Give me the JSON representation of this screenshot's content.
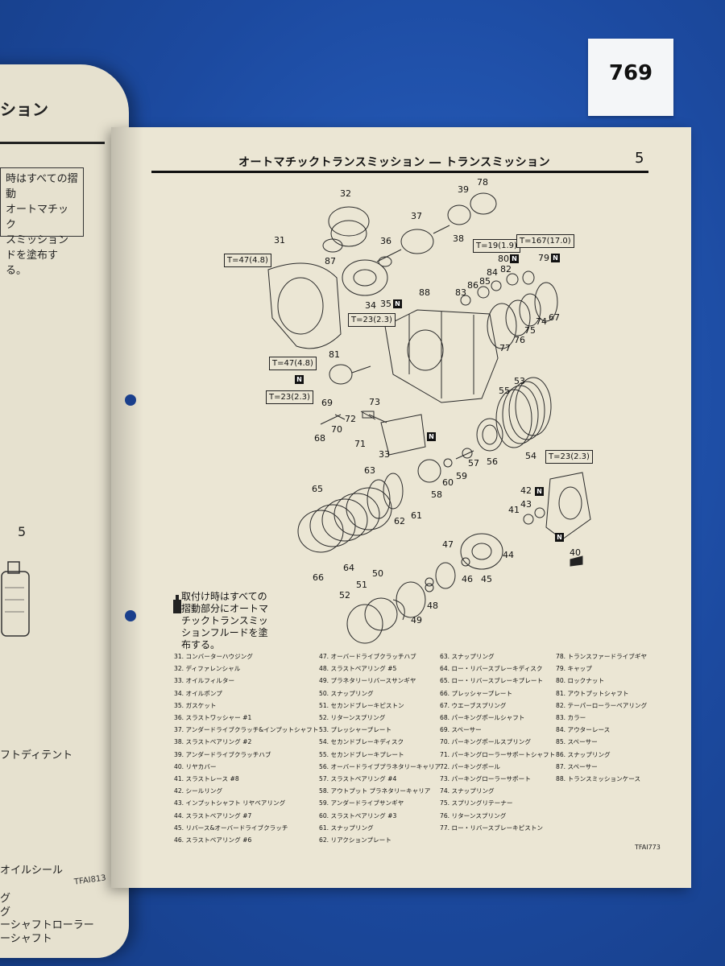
{
  "ref_tag": "769",
  "header": {
    "title": "オートマチックトランスミッション ― トランスミッション",
    "page_num": "5"
  },
  "left_page": {
    "title": "ション",
    "box_text": [
      "時はすべての摺動",
      "オートマチック",
      "スミッション",
      "ドを塗布する。"
    ],
    "num5": "5",
    "lines": [
      "フトディテント",
      "オイルシール",
      "グ",
      "グ",
      "ーシャフトローラー",
      "ーシャフト"
    ],
    "figcode": "TFAI813"
  },
  "note": "取付け時はすべての摺動部分にオートマチックトランスミッションフルードを塗布する。",
  "figcode": "TFAI773",
  "callouts": [
    "32",
    "39",
    "78",
    "37",
    "31",
    "36",
    "87",
    "38",
    "88",
    "84",
    "82",
    "80",
    "79",
    "83",
    "86",
    "85",
    "34",
    "35",
    "75",
    "74",
    "67",
    "77",
    "76",
    "81",
    "69",
    "73",
    "72",
    "70",
    "71",
    "68",
    "33",
    "53",
    "55",
    "56",
    "57",
    "54",
    "63",
    "65",
    "60",
    "59",
    "58",
    "62",
    "61",
    "42",
    "43",
    "41",
    "44",
    "47",
    "46",
    "45",
    "64",
    "66",
    "50",
    "51",
    "52",
    "48",
    "49",
    "40"
  ],
  "torques": [
    "T=47(4.8)",
    "T=19(1.9)",
    "T=167(17.0)",
    "T=23(2.3)",
    "T=47(4.8)",
    "T=23(2.3)",
    "T=23(2.3)"
  ],
  "n_mark": "N",
  "legend": {
    "col1": [
      "31. コンバーターハウジング",
      "32. ディファレンシャル",
      "33. オイルフィルター",
      "34. オイルポンプ",
      "35. ガスケット",
      "36. スラストワッシャー #1",
      "37. アンダードライブクラッチ&インプットシャフト",
      "38. スラストベアリング #2",
      "39. アンダードライブクラッチハブ",
      "40. リヤカバー",
      "41. スラストレース #8",
      "42. シールリング",
      "43. インプットシャフト リヤベアリング",
      "44. スラストベアリング #7",
      "45. リバース&オーバードライブクラッチ",
      "46. スラストベアリング #6"
    ],
    "col2": [
      "47. オーバードライブクラッチハブ",
      "48. スラストベアリング #5",
      "49. プラネタリーリバースサンギヤ",
      "50. スナップリング",
      "51. セカンドブレーキピストン",
      "52. リターンスプリング",
      "53. プレッシャープレート",
      "54. セカンドブレーキディスク",
      "55. セカンドブレーキプレート",
      "56. オーバードライブプラネタリーキャリア",
      "57. スラストベアリング #4",
      "58. アウトプット プラネタリーキャリア",
      "59. アンダードライブサンギヤ",
      "60. スラストベアリング #3",
      "61. スナップリング",
      "62. リアクションプレート"
    ],
    "col3": [
      "63. スナップリング",
      "64. ロー・リバースブレーキディスク",
      "65. ロー・リバースブレーキプレート",
      "66. プレッシャープレート",
      "67. ウエーブスプリング",
      "68. パーキングポールシャフト",
      "69. スペーサー",
      "70. パーキングポールスプリング",
      "71. パーキングローラーサポートシャフト",
      "72. パーキングポール",
      "73. パーキングローラーサポート",
      "74. スナップリング",
      "75. スプリングリテーナー",
      "76. リターンスプリング",
      "77. ロー・リバースブレーキピストン"
    ],
    "col4": [
      "78. トランスファードライブギヤ",
      "79. キャップ",
      "80. ロックナット",
      "81. アウトプットシャフト",
      "82. テーパーローラーベアリング",
      "83. カラー",
      "84. アウターレース",
      "85. スペーサー",
      "86. スナップリング",
      "87. スペーサー",
      "88. トランスミッションケース"
    ]
  }
}
